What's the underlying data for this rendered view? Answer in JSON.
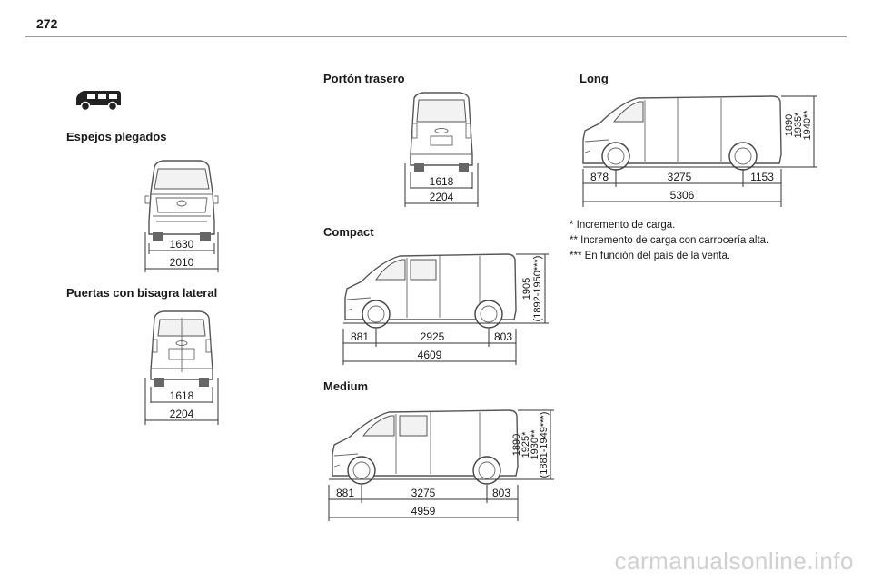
{
  "page_number": "272",
  "headings": {
    "mirrors": "Espejos plegados",
    "side_doors": "Puertas con bisagra lateral",
    "tailgate": "Portón trasero",
    "compact": "Compact",
    "medium": "Medium",
    "long": "Long"
  },
  "mirrors": {
    "inner": "1630",
    "outer": "2010"
  },
  "side_doors": {
    "inner": "1618",
    "outer": "2204"
  },
  "tailgate": {
    "inner": "1618",
    "outer": "2204"
  },
  "compact": {
    "front": "881",
    "wheelbase": "2925",
    "rear": "803",
    "total": "4609",
    "height_1": "1905",
    "height_2": "(1892-1950***)"
  },
  "medium": {
    "front": "881",
    "wheelbase": "3275",
    "rear": "803",
    "total": "4959",
    "height_1": "1890",
    "height_2": "1925*",
    "height_3": "1930**",
    "height_4": "(1881-1949***)"
  },
  "long": {
    "front": "878",
    "wheelbase": "3275",
    "rear": "1153",
    "total": "5306",
    "height_1": "1890",
    "height_2": "1935*",
    "height_3": "1940**"
  },
  "notes": [
    "* Incremento de carga.",
    "** Incremento de carga con carrocería alta.",
    "*** En función del país de la venta."
  ],
  "watermark": "carmanualsonline.info"
}
